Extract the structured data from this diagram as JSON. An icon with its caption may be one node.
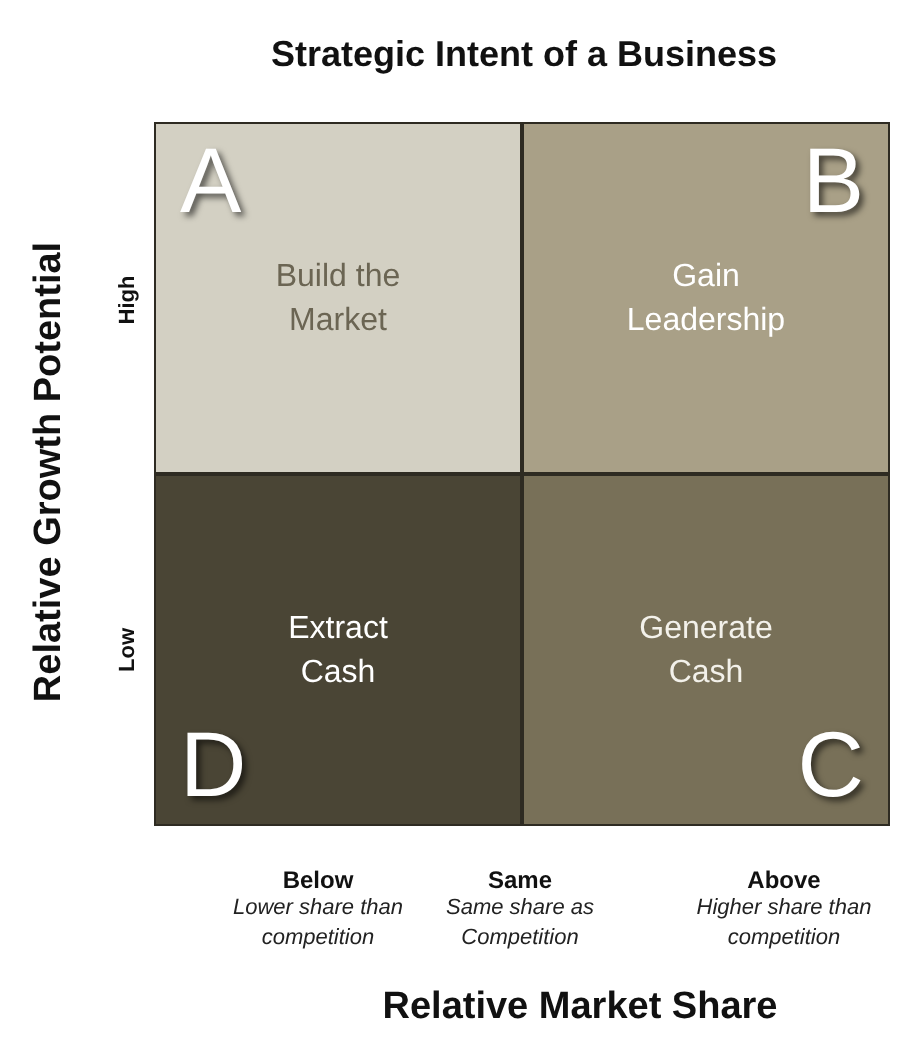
{
  "diagram": {
    "title": "Strategic Intent of a Business",
    "nodes": [
      {
        "text": [
          "A",
          "Build the Market"
        ]
      },
      {
        "text": [
          "B",
          "Gain Leadership"
        ]
      },
      {
        "text": [
          "Extract Cash",
          "D"
        ]
      },
      {
        "text": [
          "Generate Cash",
          "C"
        ]
      }
    ],
    "labels": [
      "Relative Growth Potential",
      "High",
      "Low",
      "Below",
      "Lower share than competition",
      "Same",
      "Same share as Competition",
      "Above",
      "Higher share than competition",
      "Relative Market Share"
    ]
  }
}
